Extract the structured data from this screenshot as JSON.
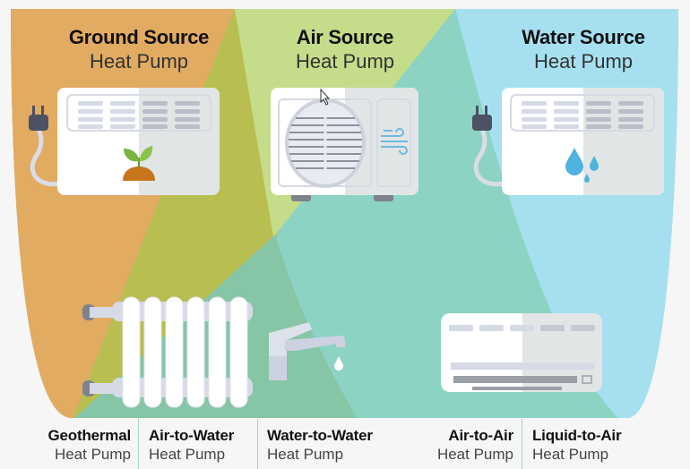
{
  "sources": [
    {
      "title": "Ground Source",
      "subtitle": "Heat Pump"
    },
    {
      "title": "Air Source",
      "subtitle": "Heat Pump"
    },
    {
      "title": "Water Source",
      "subtitle": "Heat Pump"
    }
  ],
  "types": [
    {
      "title": "Geothermal",
      "subtitle": "Heat Pump"
    },
    {
      "title": "Air-to-Water",
      "subtitle": "Heat Pump"
    },
    {
      "title": "Water-to-Water",
      "subtitle": "Heat Pump"
    },
    {
      "title": "Air-to-Air",
      "subtitle": "Heat Pump"
    },
    {
      "title": "Liquid-to-Air",
      "subtitle": "Heat Pump"
    }
  ],
  "colors": {
    "ground": "#e2ab62",
    "overlap_ground_air": "#b9be50",
    "air": "#c5dc8a",
    "mixed": "#86c5a6",
    "teal": "#8cd3c4",
    "water": "#a6e0f0"
  }
}
